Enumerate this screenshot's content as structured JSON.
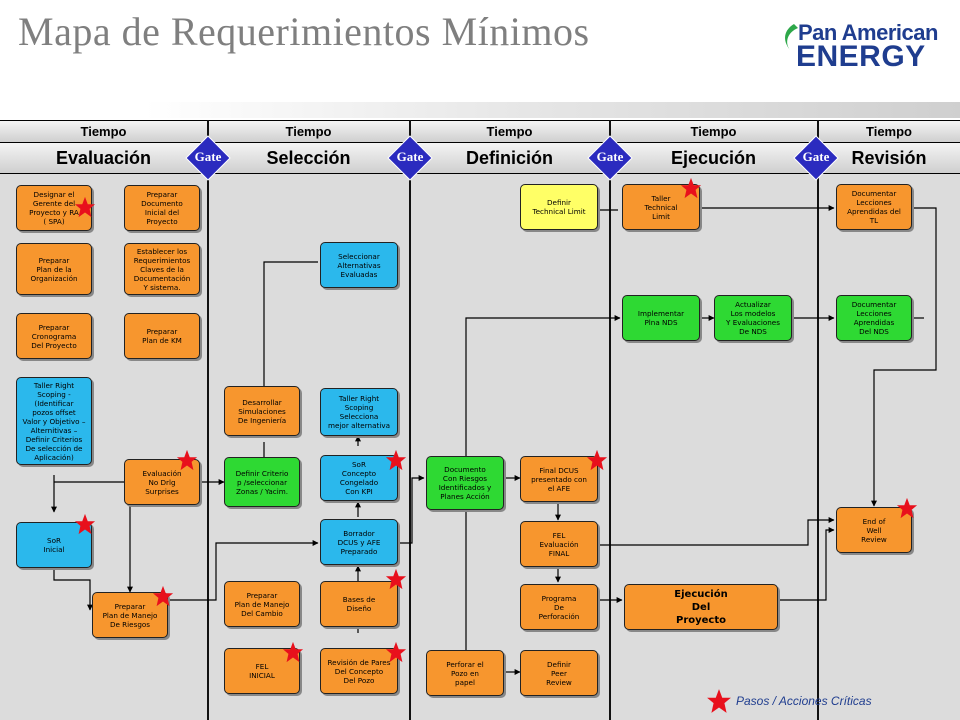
{
  "title": "Mapa de Requerimientos Mínimos",
  "logo": {
    "line1": "Pan American",
    "line2": "ENERGY"
  },
  "time_row": [
    "Tiempo",
    "Tiempo",
    "Tiempo",
    "Tiempo",
    "Tiempo"
  ],
  "phases": [
    "Evaluación",
    "Selección",
    "Definición",
    "Ejecución",
    "Revisión"
  ],
  "gate_label": "Gate",
  "boxes": {
    "designar": "Designar el\nGerente del\nProyecto y RA\n( SPA)",
    "preparar_doc": "Preparar\nDocumento\nInicial del\nProyecto",
    "plan_org": "Preparar\nPlan de la\nOrganización",
    "establecer": "Establecer los\nRequerimientos\nClaves de la\nDocumentación\nY sistema.",
    "cronograma": "Preparar\nCronograma\nDel Proyecto",
    "plan_km": "Preparar\nPlan de KM",
    "taller_scoping": "Taller Right\nScoping -\n(Identificar\npozos offset\nValor y Objetivo –\nAlternitivas –\nDefinir Criterios\nDe selección de\nAplicación)",
    "eval_no_drlg": "Evaluación\nNo Drlg\nSurprises",
    "sor_inicial": "SoR\nInicial",
    "plan_riesgos": "Preparar\nPlan de Manejo\nDe Riesgos",
    "desarrollar": "Desarrollar\nSimulaciones\nDe Ingeniería",
    "definir_criterio": "Definir Criterio\np /seleccionar\nZonas / Yacim.",
    "plan_cambio": "Preparar\nPlan de Manejo\nDel Cambio",
    "fel_inicial": "FEL\nINICIAL",
    "seleccionar_alt": "Seleccionar\nAlternativas\nEvaluadas",
    "taller_seleccion": "Taller Right\nScoping\nSelecciona\nmejor alternativa",
    "sor_congelado": "SoR\nConcepto\nCongelado\nCon KPI",
    "borrador": "Borrador\nDCUS y AFE\nPreparado",
    "bases": "Bases de\nDiseño",
    "revision_pares": "Revisión de Pares\nDel Concepto\nDel Pozo",
    "definir_tech": "Definir\nTechnical Limit",
    "documento_riesgos": "Documento\nCon Riesgos\nIdentificados y\nPlanes Acción",
    "final_dcus": "Final DCUS\npresentado con\nel AFE",
    "fel_final": "FEL\nEvaluación\nFINAL",
    "programa": "Programa\nDe\nPerforación",
    "perforar_papel": "Perforar el\nPozo en\npapel",
    "peer_review": "Definir\nPeer\nReview",
    "taller_tech": "Taller\nTechnical\nLimit",
    "implementar": "Implementar\nPlna NDS",
    "actualizar": "Actualizar\nLos modelos\nY Evaluaciones\nDe NDS",
    "ejecucion": "Ejecución\nDel\nProyecto",
    "doc_tl": "Documentar\nLecciones\nAprendidas del\nTL",
    "doc_nds": "Documentar\nLecciones\nAprendidas\nDel NDS",
    "end_well": "End of\nWell\nReview"
  },
  "legend": "Pasos / Acciones Críticas",
  "colors": {
    "orange": "#f7962e",
    "blue": "#2bb8ec",
    "green": "#2ed933",
    "yellow": "#ffff66",
    "gate": "#2b2bbf",
    "star": "#e8101c"
  }
}
